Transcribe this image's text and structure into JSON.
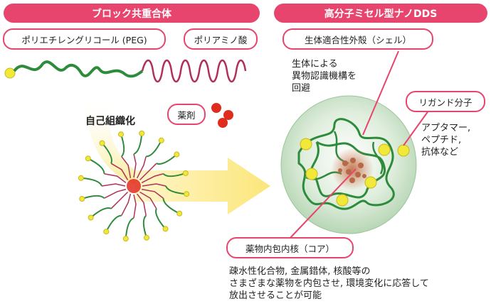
{
  "left_title": "ブロック共重合体",
  "right_title": "高分子ミセル型ナノDDS",
  "peg_label": "ポリエチレングリコール (PEG)",
  "polyamino_label": "ポリアミノ酸",
  "drug_label": "薬剤",
  "self_assembly_label": "自己組織化",
  "shell_label": "生体適合性外殻（シェル）",
  "shell_desc": [
    "生体による",
    "異物認識機構を",
    "回避"
  ],
  "ligand_label": "リガンド分子",
  "ligand_desc": [
    "アプタマー,",
    "ペプチド,",
    "抗体など"
  ],
  "core_label": "薬物内包内核（コア）",
  "core_desc": [
    "疎水性化合物, 金属錯体, 核酸等の",
    "さまざまな薬物を内包させ, 環境変化に応答して",
    "放出させることが可能"
  ],
  "colors": {
    "accent": "#e8456e",
    "peg_green": "#2e8b3c",
    "ligand_yellow": "#f2e83a",
    "drug_red": "#e02c1c",
    "arrow_yellow": "#fbe98a"
  }
}
